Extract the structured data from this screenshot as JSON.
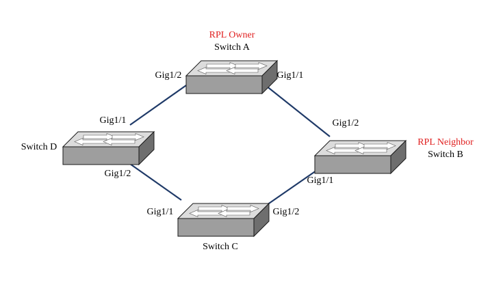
{
  "colors": {
    "role_label": "#e02020",
    "link": "#1f3a68",
    "switch_top": "#dcdcdc",
    "switch_front": "#9e9e9e",
    "switch_side": "#6e6e6e",
    "outline": "#1a1a1a"
  },
  "switches": {
    "a": {
      "name": "Switch A",
      "role": "RPL Owner"
    },
    "b": {
      "name": "Switch B",
      "role": "RPL Neighbor"
    },
    "c": {
      "name": "Switch C"
    },
    "d": {
      "name": "Switch D"
    }
  },
  "ports": {
    "a_left": "Gig1/2",
    "a_right": "Gig1/1",
    "b_top": "Gig1/2",
    "b_bottom": "Gig1/1",
    "c_left": "Gig1/1",
    "c_right": "Gig1/2",
    "d_top": "Gig1/1",
    "d_bottom": "Gig1/2"
  }
}
